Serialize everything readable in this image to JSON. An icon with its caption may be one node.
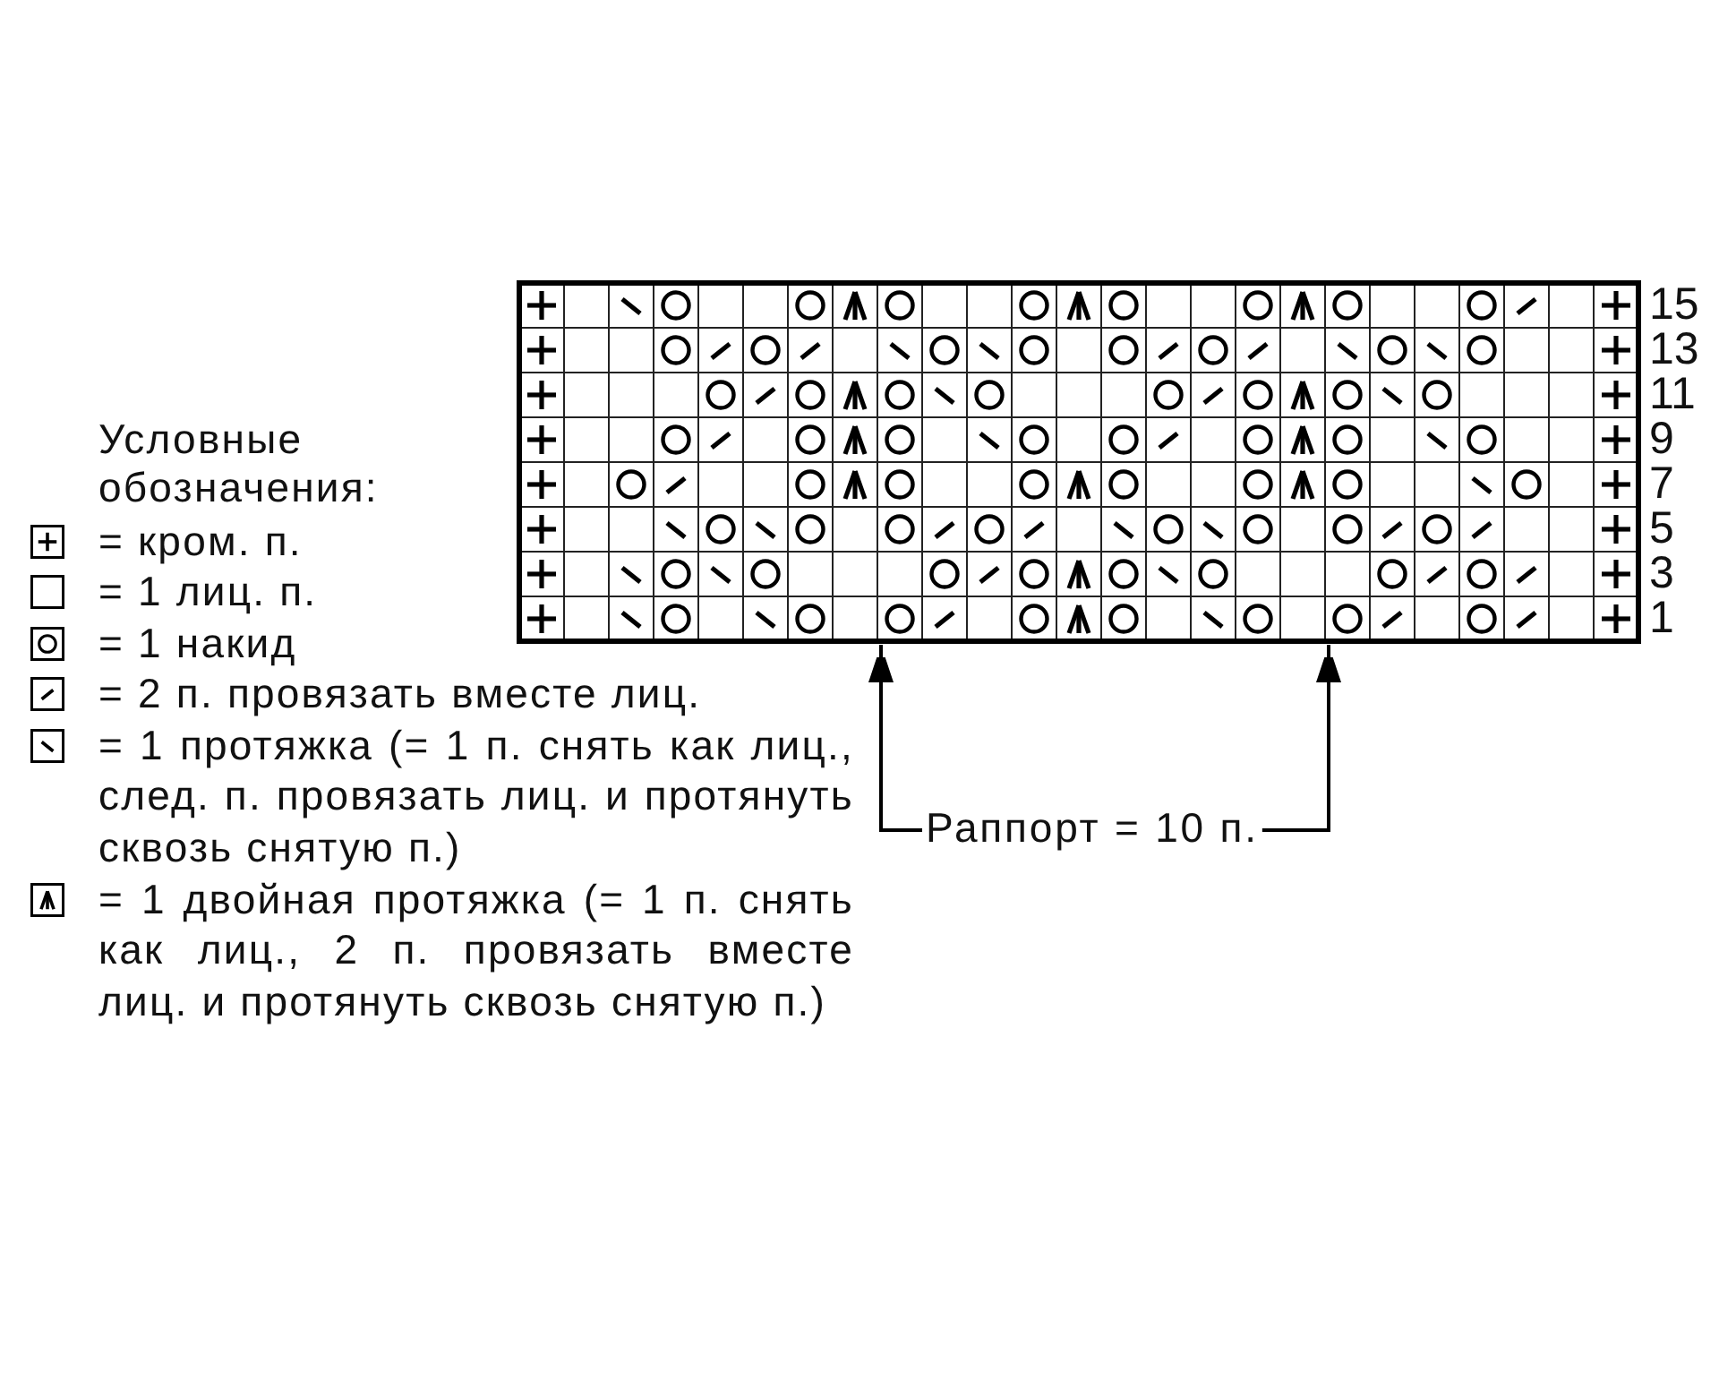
{
  "diagram": {
    "nodes": [
      {
        "text": [],
        "shape": "box",
        "beside": [
          "15",
          "13",
          "11",
          "9",
          "7",
          "5",
          "3",
          "1"
        ]
      },
      {
        "text": [
          "Раппорт = 10 п."
        ]
      }
    ],
    "edges": [
      {
        "from": 1,
        "to": 0,
        "arrow": "to"
      },
      {
        "from": 1,
        "to": 0,
        "arrow": "to"
      }
    ],
    "labels": [
      "Условные обозначения:"
    ],
    "legend": [
      {
        "text": "= кром. п."
      },
      {
        "text": "= 1 лиц. п."
      },
      {
        "text": "= 1 накид"
      },
      {
        "text": "= 2 п. провязать вместе лиц."
      },
      {
        "text": "= 1 протяжка (= 1 п. снять как лиц., след. п. провязать лиц. и протянуть сквозь снятую п.)"
      },
      {
        "text": "= 1 двойная протяжка (= 1 п. снять как лиц., 2 п. провязать вместе лиц. и протянуть сквозь снятую п.)"
      }
    ]
  }
}
